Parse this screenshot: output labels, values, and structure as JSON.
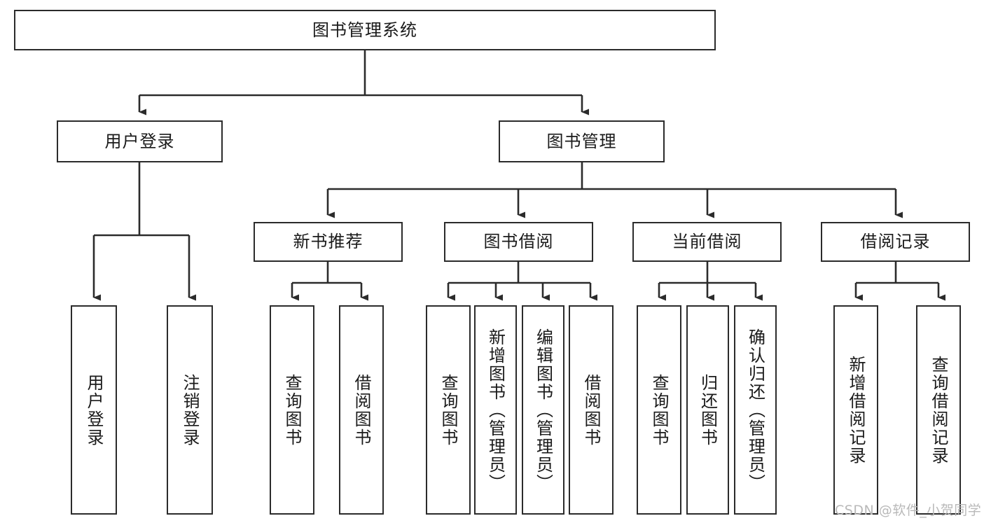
{
  "diagram": {
    "type": "tree",
    "title": "图书管理系统",
    "watermark": "CSDN @软件_小贺同学",
    "colors": {
      "box_border": "#2b2b2b",
      "box_fill": "#ffffff",
      "connector": "#2b2b2b",
      "text": "#1a1a1a",
      "watermark": "#b9b9b9",
      "background": "#ffffff"
    },
    "nodes": {
      "root": {
        "label": "图书管理系统"
      },
      "level2": [
        {
          "id": "user-login",
          "label": "用户登录"
        },
        {
          "id": "book-manage",
          "label": "图书管理"
        }
      ],
      "level3": [
        {
          "id": "new-book-recommend",
          "label": "新书推荐"
        },
        {
          "id": "book-borrow",
          "label": "图书借阅"
        },
        {
          "id": "current-borrow",
          "label": "当前借阅"
        },
        {
          "id": "borrow-record",
          "label": "借阅记录"
        }
      ],
      "leaves": {
        "user_login": [
          {
            "id": "leaf-user-login",
            "label": "用户登录"
          },
          {
            "id": "leaf-logout",
            "label": "注销登录"
          }
        ],
        "new_book_recommend": [
          {
            "id": "leaf-query-book-1",
            "label": "查询图书"
          },
          {
            "id": "leaf-borrow-book-1",
            "label": "借阅图书"
          }
        ],
        "book_borrow": [
          {
            "id": "leaf-query-book-2",
            "label": "查询图书"
          },
          {
            "id": "leaf-add-book",
            "label": "新增图书（管理员）"
          },
          {
            "id": "leaf-edit-book",
            "label": "编辑图书（管理员）"
          },
          {
            "id": "leaf-borrow-book-2",
            "label": "借阅图书"
          }
        ],
        "current_borrow": [
          {
            "id": "leaf-query-book-3",
            "label": "查询图书"
          },
          {
            "id": "leaf-return-book",
            "label": "归还图书"
          },
          {
            "id": "leaf-confirm-return",
            "label": "确认归还（管理员）"
          }
        ],
        "borrow_record": [
          {
            "id": "leaf-add-record",
            "label": "新增借阅记录"
          },
          {
            "id": "leaf-query-record",
            "label": "查询借阅记录"
          }
        ]
      }
    }
  }
}
